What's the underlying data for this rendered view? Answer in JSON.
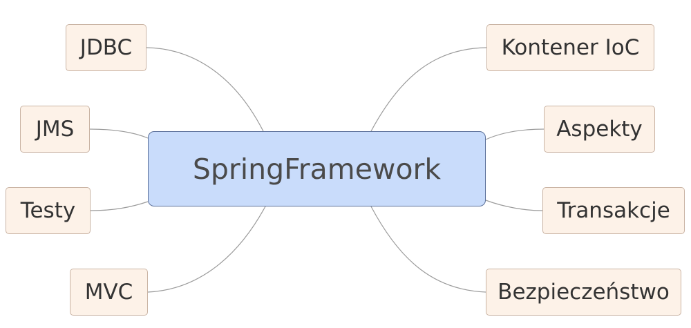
{
  "diagram": {
    "type": "mind-map",
    "center": {
      "label": "SpringFramework"
    },
    "branches_left": [
      {
        "id": "jdbc",
        "label": "JDBC"
      },
      {
        "id": "jms",
        "label": "JMS"
      },
      {
        "id": "testy",
        "label": "Testy"
      },
      {
        "id": "mvc",
        "label": "MVC"
      }
    ],
    "branches_right": [
      {
        "id": "kontener-ioc",
        "label": "Kontener IoC"
      },
      {
        "id": "aspekty",
        "label": "Aspekty"
      },
      {
        "id": "transakcje",
        "label": "Transakcje"
      },
      {
        "id": "bezpieczenstwo",
        "label": "Bezpieczeństwo"
      }
    ]
  }
}
